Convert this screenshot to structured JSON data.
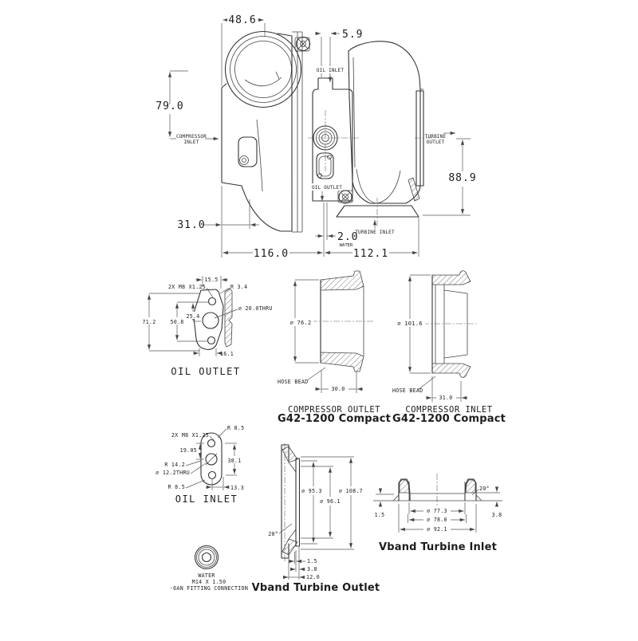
{
  "main_view": {
    "dim_48_6": "48.6",
    "dim_5_9": "5.9",
    "dim_79_0": "79.0",
    "dim_88_9": "88.9",
    "dim_31_0": "31.0",
    "dim_2_0": "2.0",
    "dim_116_0": "116.0",
    "dim_112_1": "112.1",
    "label_compressor_inlet_line1": "COMPRESSOR",
    "label_compressor_inlet_line2": "INLET",
    "label_oil_inlet": "OIL INLET",
    "label_turbine_outlet_line1": "TURBINE",
    "label_turbine_outlet_line2": "OUTLET",
    "label_oil_outlet": "OIL OUTLET",
    "label_turbine_inlet": "TURBINE INLET",
    "label_water": "WATER"
  },
  "oil_outlet": {
    "title": "OIL OUTLET",
    "dim_top": "15.5",
    "bolt_spec": "2X M8 X1.25",
    "radius": "R 3.4",
    "thru": "⌀ 20.0THRU",
    "dim_25_4": "25.4",
    "dim_50_8": "50.8",
    "dim_71_2": "71.2",
    "dim_bottom": "16.1"
  },
  "compressor_outlet": {
    "title": "COMPRESSOR OUTLET",
    "subtitle": "G42-1200 Compact",
    "diameter": "⌀ 76.2",
    "hose_bead": "HOSE BEAD",
    "depth": "30.0"
  },
  "compressor_inlet": {
    "title": "COMPRESSOR INLET",
    "subtitle": "G42-1200 Compact",
    "diameter": "⌀ 101.6",
    "hose_bead": "HOSE BEAD",
    "depth": "31.0"
  },
  "oil_inlet": {
    "title": "OIL INLET",
    "radius_top": "R 8.5",
    "bolt_spec": "2X M8 X1.25",
    "dim_19_05": "19.05",
    "radius_mid": "R 14.2",
    "thru": "⌀ 12.2THRU",
    "radius_bottom": "R 8.5",
    "dim_38_1": "38.1",
    "dim_13_3": "13.3"
  },
  "water_fitting": {
    "line1": "WATER",
    "line2": "M14 X 1.50",
    "line3": "-6AN FITTING CONNECTION"
  },
  "vband_outlet": {
    "title": "Vband Turbine Outlet",
    "dia_95_3": "⌀ 95.3",
    "dia_96_1": "⌀ 96.1",
    "dia_108_7": "⌀ 108.7",
    "angle": "20°",
    "dim_1_5": "1.5",
    "dim_3_8": "3.8",
    "dim_12_0": "12.0"
  },
  "vband_inlet": {
    "title": "Vband Turbine Inlet",
    "angle": "20°",
    "dim_1_5": "1.5",
    "dim_3_8": "3.8",
    "dia_77_3": "⌀ 77.3",
    "dia_78_0": "⌀ 78.0",
    "dia_92_1": "⌀ 92.1"
  }
}
